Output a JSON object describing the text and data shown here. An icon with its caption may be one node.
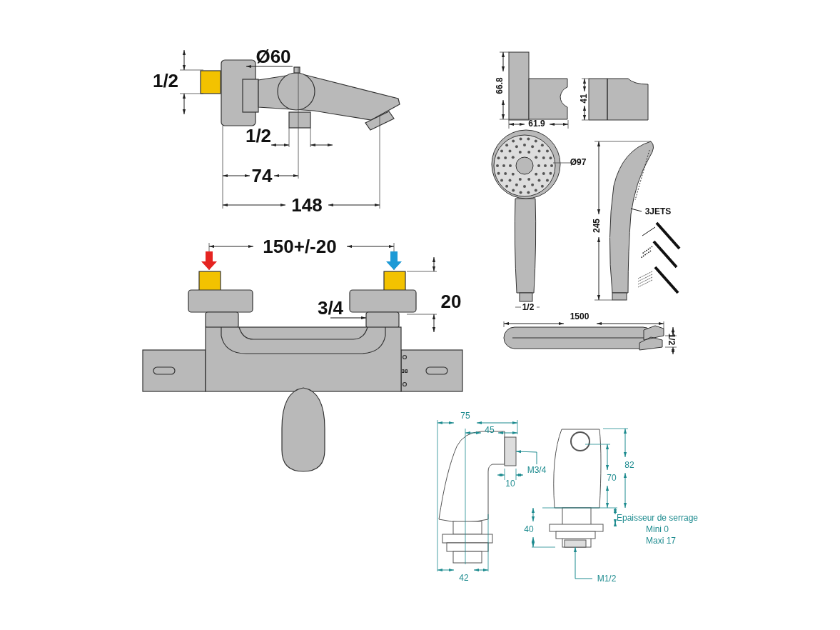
{
  "diagram": {
    "nodes": [
      {
        "text": [
          "3JETS"
        ]
      },
      {
        "text": [
          "M3/4"
        ]
      },
      {
        "text": [
          "M1/2"
        ]
      },
      {
        "text": [
          "3/4"
        ]
      },
      {
        "text": [],
        "shape": "box"
      },
      {
        "text": [],
        "shape": "box"
      }
    ],
    "edges": [
      {
        "from": 0,
        "to": null,
        "arrow": "none"
      },
      {
        "from": 1,
        "to": 4,
        "arrow": "to",
        "color": "#1d8b8f"
      },
      {
        "from": 2,
        "to": 5,
        "arrow": "to",
        "color": "#1d8b8f"
      },
      {
        "from": 3,
        "to": null,
        "arrow": "to"
      }
    ],
    "labels": [
      "1/2",
      "Ø60",
      "1/2",
      "74",
      "148",
      "150+/-20",
      "20",
      "38",
      "66.8",
      "61.9",
      "41",
      "Ø97",
      "245",
      "1/2",
      "1500",
      "1/2",
      "75",
      "45",
      "10",
      "42",
      "82",
      "70",
      "40",
      "Epaisseur de serrage",
      "Mini 0",
      "Maxi 17"
    ]
  }
}
